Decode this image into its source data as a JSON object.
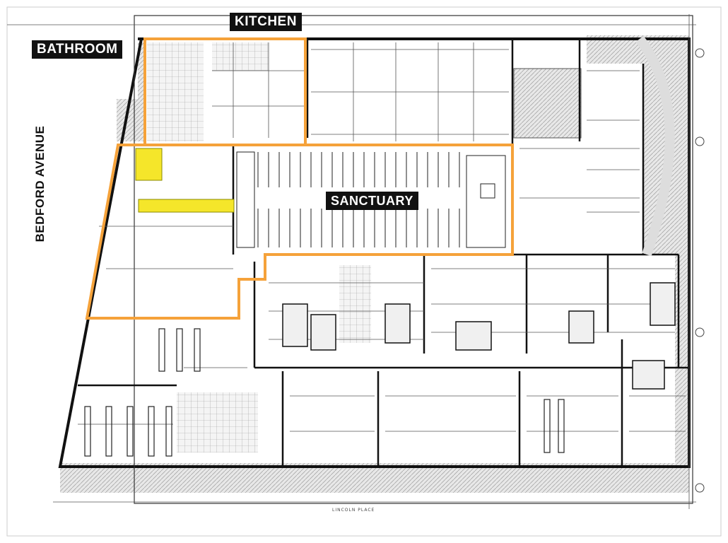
{
  "labels": {
    "kitchen": "KITCHEN",
    "bathroom": "BATHROOM",
    "sanctuary": "SANCTUARY",
    "bedford": "BEDFORD AVENUE",
    "lincoln": "LINCOLN PLACE"
  },
  "colors": {
    "highlight_outline": "#F5A23A",
    "highlight_fill": "#F5E62A",
    "wall": "#111111",
    "line": "#555555",
    "hatch": "#bdbdbd"
  }
}
